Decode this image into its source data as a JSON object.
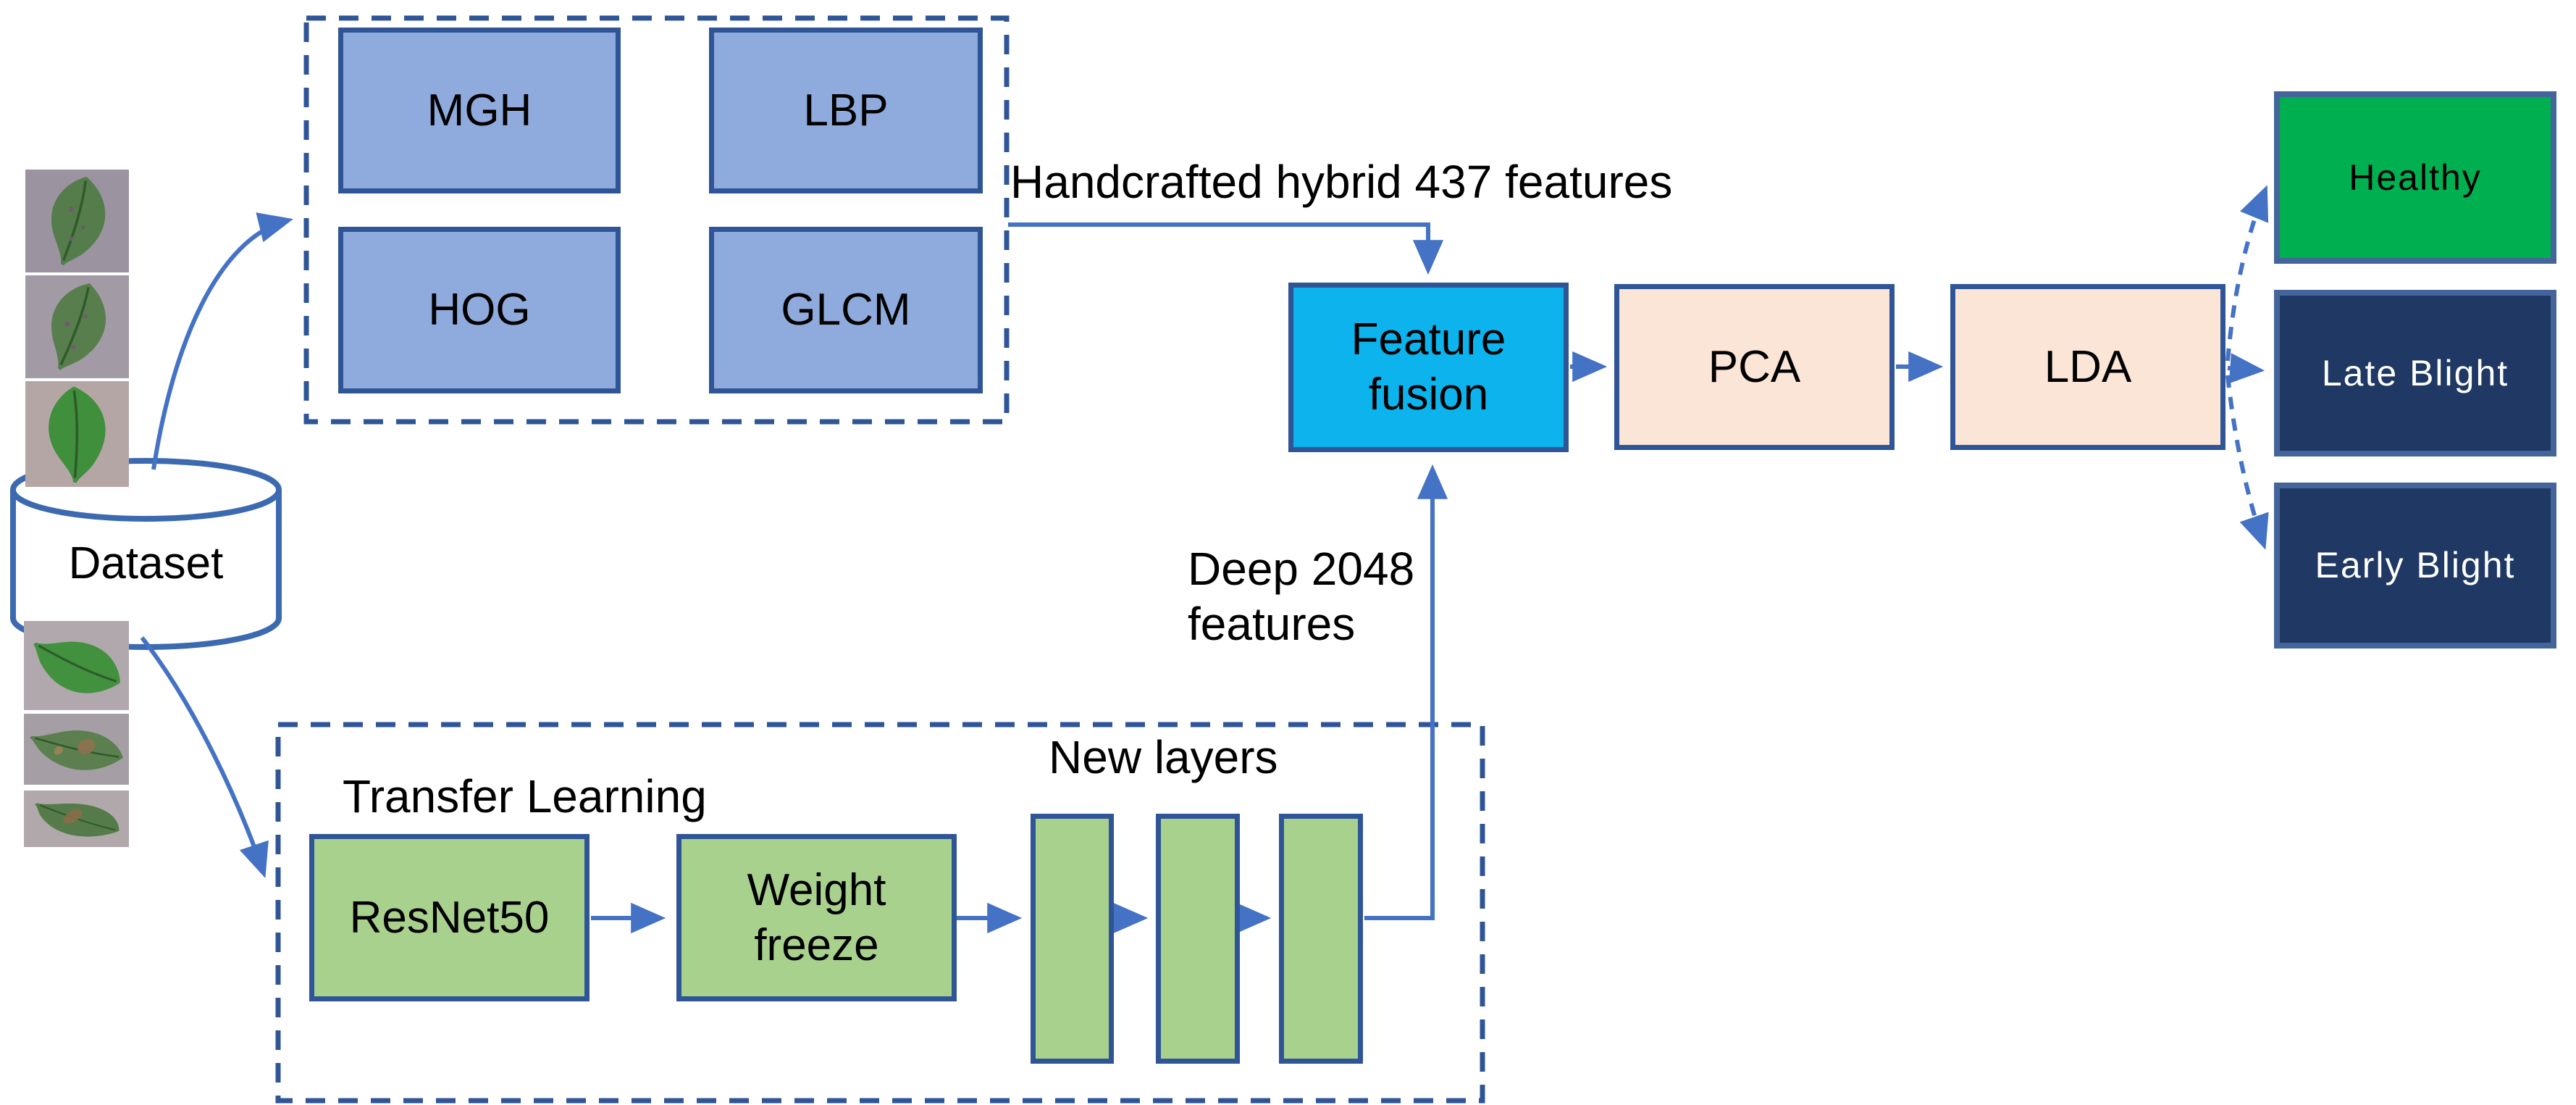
{
  "labels": {
    "handcrafted": "Handcrafted hybrid 437 features",
    "deep_line1": "Deep 2048",
    "deep_line2": "features",
    "transfer_learning": "Transfer Learning",
    "new_layers": "New layers"
  },
  "dataset": {
    "label": "Dataset"
  },
  "feature_boxes": [
    {
      "label": "MGH"
    },
    {
      "label": "LBP"
    },
    {
      "label": "HOG"
    },
    {
      "label": "GLCM"
    }
  ],
  "pipeline": {
    "feature_fusion": "Feature fusion",
    "pca": "PCA",
    "lda": "LDA"
  },
  "transfer": {
    "resnet": "ResNet50",
    "weight_freeze": "Weight freeze"
  },
  "outputs": [
    {
      "label": "Healthy"
    },
    {
      "label": "Late Blight"
    },
    {
      "label": "Early Blight"
    }
  ],
  "colors": {
    "lightblue": "#8faadc",
    "lightgreen": "#a9d18e",
    "cyan": "#0cb3ec",
    "peach": "#fbe5d6",
    "green": "#00b050",
    "navy": "#1f3864",
    "borderdark": "#2f5597",
    "borderlight": "#44659b",
    "arrow": "#4472c4",
    "cylstroke": "#3c6ab0",
    "leafgreen_healthy": "#3f8f3c",
    "leafgreen_diseased": "#5b7f4e",
    "leafbg_gray": "#9b93a0",
    "leafbg_pink": "#b5a6a6"
  }
}
